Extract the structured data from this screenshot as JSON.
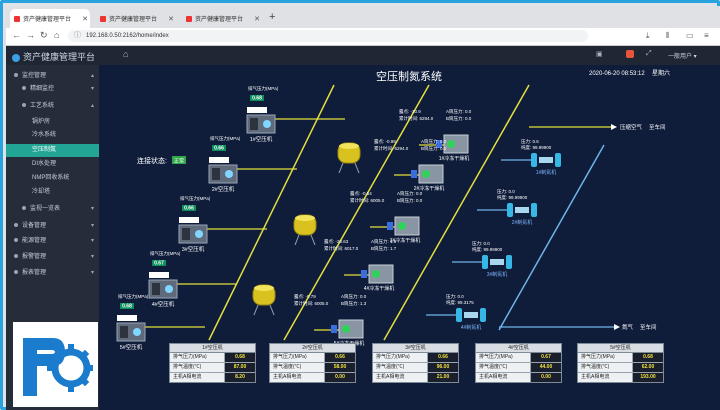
{
  "browser": {
    "tabs": [
      {
        "label": "资产健康管理平台"
      },
      {
        "label": "资产健康管理平台"
      },
      {
        "label": "资产健康管理平台"
      }
    ],
    "url": "192.168.0.50:2162/home/index"
  },
  "app": {
    "title": "资产健康管理平台",
    "user": "一般用户"
  },
  "sidebar": {
    "items": [
      {
        "label": "监控管理",
        "level": 0
      },
      {
        "label": "精细监控",
        "level": 1
      },
      {
        "label": "工艺系统",
        "level": 1
      },
      {
        "label": "锅炉房",
        "level": 2
      },
      {
        "label": "冷水系统",
        "level": 2
      },
      {
        "label": "空压制氮",
        "level": 2,
        "active": true
      },
      {
        "label": "DI水处理",
        "level": 2
      },
      {
        "label": "NMP回收系统",
        "level": 2
      },
      {
        "label": "冷却塔",
        "level": 2
      },
      {
        "label": "监视一览表",
        "level": 1
      },
      {
        "label": "设备管理",
        "level": 0
      },
      {
        "label": "能源管理",
        "level": 0
      },
      {
        "label": "报警管理",
        "level": 0
      },
      {
        "label": "报表管理",
        "level": 0
      }
    ]
  },
  "scada": {
    "title": "空压制氮系统",
    "datetime": "2020-06-20 08:53:12",
    "weekday": "星期六",
    "conn_label": "连接状态:",
    "conn_status": "正常",
    "compressors": [
      {
        "name": "1#空压机",
        "pressure_label": "排气压力(MPa)",
        "pressure": "0.68"
      },
      {
        "name": "2#空压机",
        "pressure_label": "排气压力(MPa)",
        "pressure": "0.66"
      },
      {
        "name": "3#空压机",
        "pressure_label": "排气压力(MPa)",
        "pressure": "0.66"
      },
      {
        "name": "4#空压机",
        "pressure_label": "排气压力(MPa)",
        "pressure": "0.67"
      },
      {
        "name": "5#空压机",
        "pressure_label": "排气压力(MPa)",
        "pressure": "0.68"
      }
    ],
    "dryers": [
      {
        "name": "1#冷冻干燥机",
        "info": [
          "露点: -30.9",
          "A筒压力: 0.0",
          "累计时间: 6294.0",
          "B筒压力: 0.0"
        ]
      },
      {
        "name": "2#冷冻干燥机",
        "info": [
          "露点: -0.98",
          "A筒压力: 0.0",
          "累计时间: 6294.0",
          "B筒压力: 0.0"
        ]
      },
      {
        "name": "3#冷冻干燥机",
        "info": [
          "露点: -0.54",
          "A筒压力: 0.0",
          "累计时间: 6005.0",
          "B筒压力: 0.0"
        ]
      },
      {
        "name": "4#冷冻干燥机",
        "info": [
          "露点: -20.63",
          "A筒压力: 1.6",
          "累计时间: 6017.0",
          "B筒压力: 1.7"
        ]
      },
      {
        "name": "5#冷冻干燥机",
        "info": [
          "露点: -0.79",
          "A筒压力: 0.0",
          "累计时间: 6005.0",
          "B筒压力: 1.3"
        ]
      }
    ],
    "generators": [
      {
        "name": "1#制氮机",
        "pressure": "压力: 0.6",
        "purity": "纯度: 99.99900"
      },
      {
        "name": "2#制氮机",
        "pressure": "压力: 0.0",
        "purity": "纯度: 99.99900"
      },
      {
        "name": "3#制氮机",
        "pressure": "压力: 0.0",
        "purity": "纯度: 99.99900"
      },
      {
        "name": "4#制氮机",
        "pressure": "压力: 0.0",
        "purity": "纯度: 99.3175"
      },
      {
        "name": "5#制氮机",
        "pressure": "压力: 0.0",
        "purity": "纯度: 99.99992"
      }
    ],
    "outputs": {
      "air_label": "压缩空气",
      "air_dest": "至车间",
      "n2_label": "氮气",
      "n2_dest": "至车间"
    },
    "tables": [
      {
        "title": "1#空压机",
        "rows": [
          {
            "k": "排气压力(MPa)",
            "v": "0.68"
          },
          {
            "k": "排气温度(℃)",
            "v": "87.00"
          },
          {
            "k": "主机A相电流",
            "v": "8.20"
          }
        ]
      },
      {
        "title": "2#空压机",
        "rows": [
          {
            "k": "排气压力(MPa)",
            "v": "0.66"
          },
          {
            "k": "排气温度(℃)",
            "v": "58.00"
          },
          {
            "k": "主机A相电流",
            "v": "0.00"
          }
        ]
      },
      {
        "title": "3#空压机",
        "rows": [
          {
            "k": "排气压力(MPa)",
            "v": "0.66"
          },
          {
            "k": "排气温度(℃)",
            "v": "96.00"
          },
          {
            "k": "主机A相电流",
            "v": "21.00"
          }
        ]
      },
      {
        "title": "4#空压机",
        "rows": [
          {
            "k": "排气压力(MPa)",
            "v": "0.67"
          },
          {
            "k": "排气温度(℃)",
            "v": "44.00"
          },
          {
            "k": "主机A相电流",
            "v": "0.00"
          }
        ]
      },
      {
        "title": "5#空压机",
        "rows": [
          {
            "k": "排气压力(MPa)",
            "v": "0.68"
          },
          {
            "k": "排气温度(℃)",
            "v": "62.00"
          },
          {
            "k": "主机A相电流",
            "v": "193.00"
          }
        ]
      }
    ]
  }
}
